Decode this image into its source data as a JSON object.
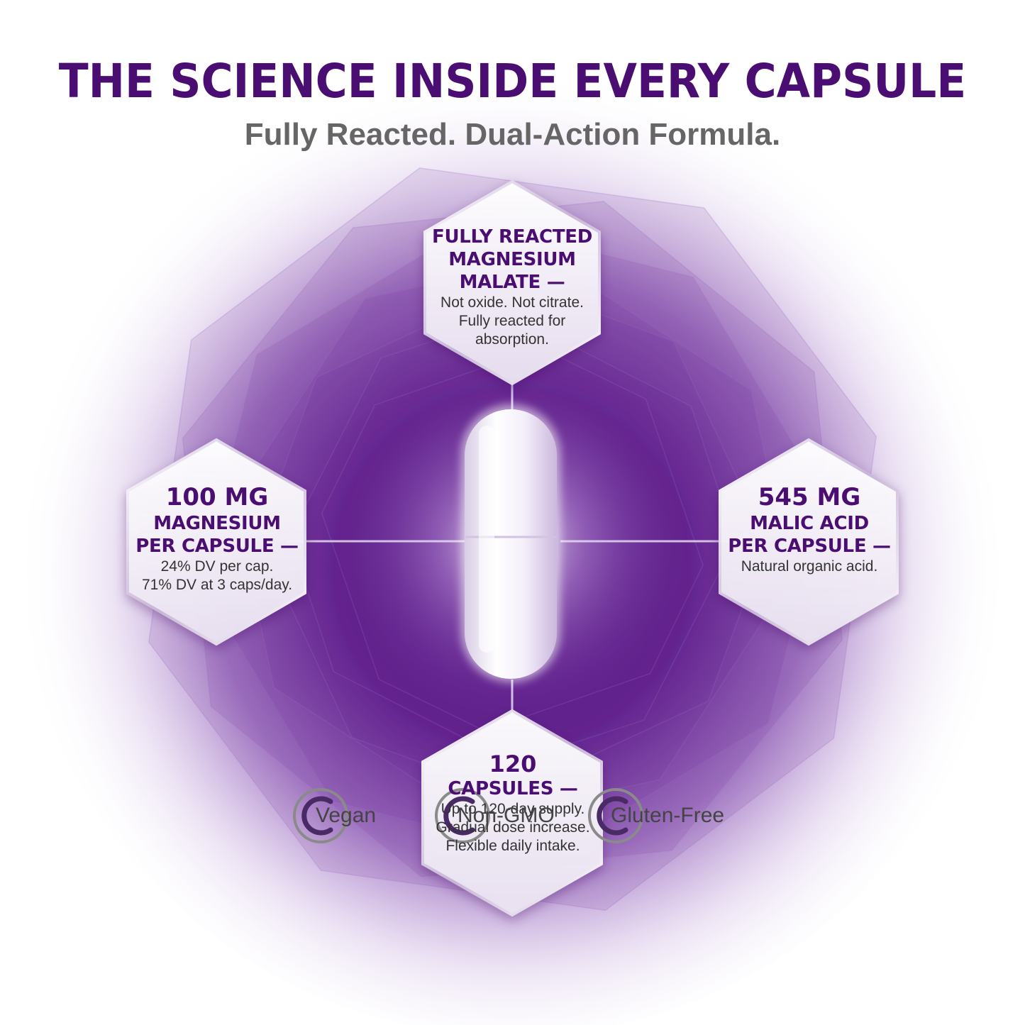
{
  "header": {
    "title": "THE SCIENCE INSIDE EVERY CAPSULE",
    "subtitle": "Fully Reacted. Dual-Action Formula."
  },
  "colors": {
    "brand_purple": "#4a0d72",
    "deep_purple": "#5a1a86",
    "soft_purple": "#b28ad0",
    "text_gray": "#666666",
    "body_text": "#333333"
  },
  "callouts": {
    "top": {
      "title_line1": "FULLY REACTED",
      "title_line2": "MAGNESIUM",
      "title_line3": "MALATE —",
      "desc_line1": "Not oxide. Not citrate.",
      "desc_line2": "Fully reacted for",
      "desc_line3": "absorption."
    },
    "left": {
      "big": "100 MG",
      "title_line1": "MAGNESIUM",
      "title_line2": "PER CAPSULE —",
      "desc_line1": "24% DV per cap.",
      "desc_line2": "71% DV at 3 caps/day."
    },
    "right": {
      "big": "545 MG",
      "title_line1": "MALIC ACID",
      "title_line2": "PER CAPSULE —",
      "desc_line1": "Natural organic acid."
    },
    "bottom": {
      "big": "120",
      "title_line1": "CAPSULES —",
      "desc_line1": "Up to 120-day supply.",
      "desc_line2": "Gradual dose increase.",
      "desc_line3": "Flexible daily intake."
    }
  },
  "badges": [
    {
      "label": "Vegan",
      "icon": "c-ring-icon"
    },
    {
      "label": "Non-GMO",
      "icon": "c-ring-icon"
    },
    {
      "label": "Gluten-Free",
      "icon": "c-ring-icon"
    }
  ]
}
